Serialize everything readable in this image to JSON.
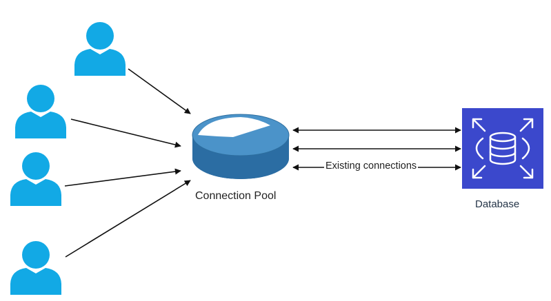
{
  "diagram": {
    "pool_label": "Connection Pool",
    "database_label": "Database",
    "connections_label": "Existing connections"
  },
  "colors": {
    "user": "#12a9e5",
    "pool_top": "#4b93c9",
    "pool_side": "#2b6da3",
    "pool_highlight": "#ffffff",
    "database": "#3b48cc",
    "line": "#111111"
  },
  "icons": {
    "users": [
      "user-icon",
      "user-icon",
      "user-icon",
      "user-icon"
    ],
    "pool": "connection-pool-icon",
    "database": "database-icon"
  }
}
